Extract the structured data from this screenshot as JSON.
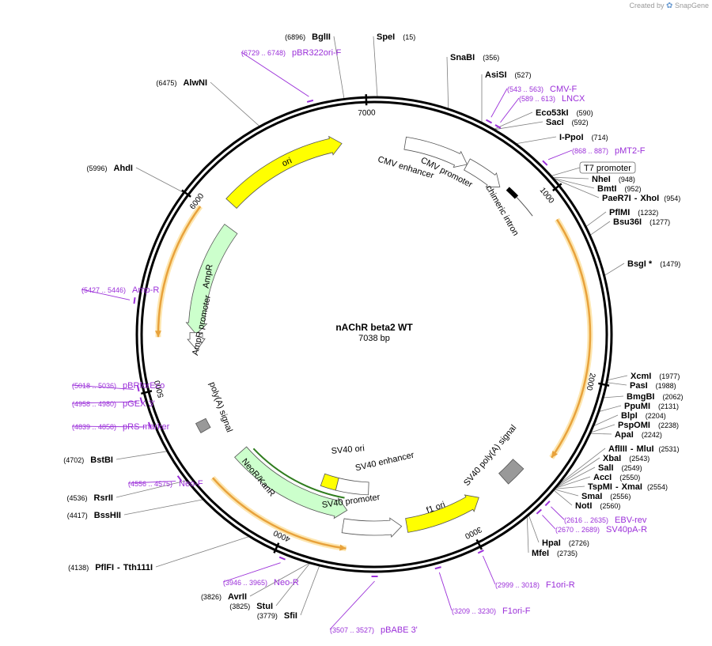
{
  "credit": {
    "text": "Created by",
    "brand": "SnapGene"
  },
  "plasmid": {
    "name": "nAChR beta2 WT",
    "length_label": "7038 bp",
    "length": 7038
  },
  "ticks": [
    "1000",
    "2000",
    "3000",
    "4000",
    "5000",
    "6000",
    "7000"
  ],
  "sites": [
    {
      "id": "bglii",
      "name": "BglII",
      "pos": "(6896)",
      "bp": 6896
    },
    {
      "id": "spei",
      "name": "SpeI",
      "pos": "(15)",
      "bp": 15
    },
    {
      "id": "snabi",
      "name": "SnaBI",
      "pos": "(356)",
      "bp": 356
    },
    {
      "id": "asisi",
      "name": "AsiSI",
      "pos": "(527)",
      "bp": 527
    },
    {
      "id": "eco53ki",
      "name": "Eco53kI",
      "pos": "(590)",
      "bp": 590
    },
    {
      "id": "saci",
      "name": "SacI",
      "pos": "(592)",
      "bp": 592
    },
    {
      "id": "i-ppoi",
      "name": "I-PpoI",
      "pos": "(714)",
      "bp": 714
    },
    {
      "id": "nhei",
      "name": "NheI",
      "pos": "(948)",
      "bp": 948
    },
    {
      "id": "bmti",
      "name": "BmtI",
      "pos": "(952)",
      "bp": 952
    },
    {
      "id": "paer7i-xhoi",
      "name": "PaeR7I",
      "name2": "XhoI",
      "pos": "(954)",
      "bp": 954
    },
    {
      "id": "pfimi",
      "name": "PflMI",
      "pos": "(1232)",
      "bp": 1232
    },
    {
      "id": "bsu36i",
      "name": "Bsu36I",
      "pos": "(1277)",
      "bp": 1277
    },
    {
      "id": "bsgi",
      "name": "BsgI *",
      "pos": "(1479)",
      "bp": 1479
    },
    {
      "id": "xcmi",
      "name": "XcmI",
      "pos": "(1977)",
      "bp": 1977
    },
    {
      "id": "pasi",
      "name": "PasI",
      "pos": "(1988)",
      "bp": 1988
    },
    {
      "id": "bmgbi",
      "name": "BmgBI",
      "pos": "(2062)",
      "bp": 2062
    },
    {
      "id": "ppumi",
      "name": "PpuMI",
      "pos": "(2131)",
      "bp": 2131
    },
    {
      "id": "blpi",
      "name": "BlpI",
      "pos": "(2204)",
      "bp": 2204
    },
    {
      "id": "pspomi",
      "name": "PspOMI",
      "pos": "(2238)",
      "bp": 2238
    },
    {
      "id": "apai",
      "name": "ApaI",
      "pos": "(2242)",
      "bp": 2242
    },
    {
      "id": "aflIII-mlui",
      "name": "AflIII",
      "name2": "MluI",
      "pos": "(2531)",
      "bp": 2531
    },
    {
      "id": "xbai",
      "name": "XbaI",
      "pos": "(2543)",
      "bp": 2543
    },
    {
      "id": "sali",
      "name": "SalI",
      "pos": "(2549)",
      "bp": 2549
    },
    {
      "id": "acci",
      "name": "AccI",
      "pos": "(2550)",
      "bp": 2550
    },
    {
      "id": "tspmi-xmai",
      "name": "TspMI",
      "name2": "XmaI",
      "pos": "(2554)",
      "bp": 2554
    },
    {
      "id": "smai",
      "name": "SmaI",
      "pos": "(2556)",
      "bp": 2556
    },
    {
      "id": "noti",
      "name": "NotI",
      "pos": "(2560)",
      "bp": 2560
    },
    {
      "id": "hpai",
      "name": "HpaI",
      "pos": "(2726)",
      "bp": 2726
    },
    {
      "id": "mfei",
      "name": "MfeI",
      "pos": "(2735)",
      "bp": 2735
    },
    {
      "id": "sfii",
      "name": "SfiI",
      "pos": "(3779)",
      "bp": 3779
    },
    {
      "id": "stui",
      "name": "StuI",
      "pos": "(3825)",
      "bp": 3825
    },
    {
      "id": "avrii",
      "name": "AvrII",
      "pos": "(3826)",
      "bp": 3826
    },
    {
      "id": "pflfi-tth111i",
      "name": "PflFI",
      "name2": "Tth111I",
      "pos": "(4138)",
      "bp": 4138
    },
    {
      "id": "bsshii",
      "name": "BssHII",
      "pos": "(4417)",
      "bp": 4417
    },
    {
      "id": "rsrii",
      "name": "RsrII",
      "pos": "(4536)",
      "bp": 4536
    },
    {
      "id": "bstbi",
      "name": "BstBI",
      "pos": "(4702)",
      "bp": 4702
    },
    {
      "id": "ahdi",
      "name": "AhdI",
      "pos": "(5996)",
      "bp": 5996
    },
    {
      "id": "alwni",
      "name": "AlwNI",
      "pos": "(6475)",
      "bp": 6475
    }
  ],
  "primers": [
    {
      "id": "pbr322ori-f",
      "name": "pBR322ori-F",
      "range": "(6729 .. 6748)",
      "bp": 6738
    },
    {
      "id": "cmv-f",
      "name": "CMV-F",
      "range": "(543 .. 563)",
      "bp": 553
    },
    {
      "id": "lncx",
      "name": "LNCX",
      "range": "(589 .. 613)",
      "bp": 601
    },
    {
      "id": "pmt2-f",
      "name": "pMT2-F",
      "range": "(868 .. 887)",
      "bp": 877
    },
    {
      "id": "ebv-rev",
      "name": "EBV-rev",
      "range": "(2616 .. 2635)",
      "bp": 2625
    },
    {
      "id": "sv40pa-r",
      "name": "SV40pA-R",
      "range": "(2670 .. 2689)",
      "bp": 2680
    },
    {
      "id": "f1ori-r",
      "name": "F1ori-R",
      "range": "(2999 .. 3018)",
      "bp": 3008
    },
    {
      "id": "f1ori-f",
      "name": "F1ori-F",
      "range": "(3209 .. 3230)",
      "bp": 3220
    },
    {
      "id": "pbabe3",
      "name": "pBABE 3'",
      "range": "(3507 .. 3527)",
      "bp": 3517
    },
    {
      "id": "neo-r",
      "name": "Neo-R",
      "range": "(3946 .. 3965)",
      "bp": 3955
    },
    {
      "id": "neo-f",
      "name": "Neo-F",
      "range": "(4556 .. 4575)",
      "bp": 4565
    },
    {
      "id": "prs-marker",
      "name": "pRS-marker",
      "range": "(4839 .. 4858)",
      "bp": 4848
    },
    {
      "id": "pgex3",
      "name": "pGEX 3'",
      "range": "(4958 .. 4980)",
      "bp": 4969
    },
    {
      "id": "pbrforeco",
      "name": "pBRforEco",
      "range": "(5018 .. 5036)",
      "bp": 5027
    },
    {
      "id": "amp-r",
      "name": "Amp-R",
      "range": "(5427 .. 5446)",
      "bp": 5436
    }
  ],
  "features": [
    {
      "id": "ori",
      "label": "ori",
      "color": "#ffff00"
    },
    {
      "id": "cmv-enhancer",
      "label": "CMV enhancer",
      "color": "#ffffff"
    },
    {
      "id": "cmv-promoter",
      "label": "CMV promoter",
      "color": "#ffffff"
    },
    {
      "id": "chimeric-intron",
      "label": "chimeric intron",
      "color": "#ffffff"
    },
    {
      "id": "t7-promoter",
      "label": "T7 promoter",
      "color": "#ffffff"
    },
    {
      "id": "sv40-polya",
      "label": "SV40 poly(A) signal",
      "color": "#999999"
    },
    {
      "id": "f1-ori",
      "label": "f1 ori",
      "color": "#ffff00"
    },
    {
      "id": "sv40-promoter",
      "label": "SV40 promoter",
      "color": "#ffffff"
    },
    {
      "id": "sv40-ori",
      "label": "SV40 ori",
      "color": "#ffff00"
    },
    {
      "id": "sv40-enhancer",
      "label": "SV40 enhancer",
      "color": "#ffffff"
    },
    {
      "id": "neor-kanr",
      "label": "NeoR/KanR",
      "color": "#ccffcc"
    },
    {
      "id": "polya",
      "label": "poly(A) signal",
      "color": "#999999"
    },
    {
      "id": "ampr-promoter",
      "label": "AmpR promoter",
      "color": "#ffffff"
    },
    {
      "id": "ampr",
      "label": "AmpR",
      "color": "#ccffcc"
    }
  ],
  "colors": {
    "backbone": "#000000",
    "primer": "#9b30d9",
    "orf": "#e8a23c",
    "orf_highlight": "#fde6b0"
  }
}
